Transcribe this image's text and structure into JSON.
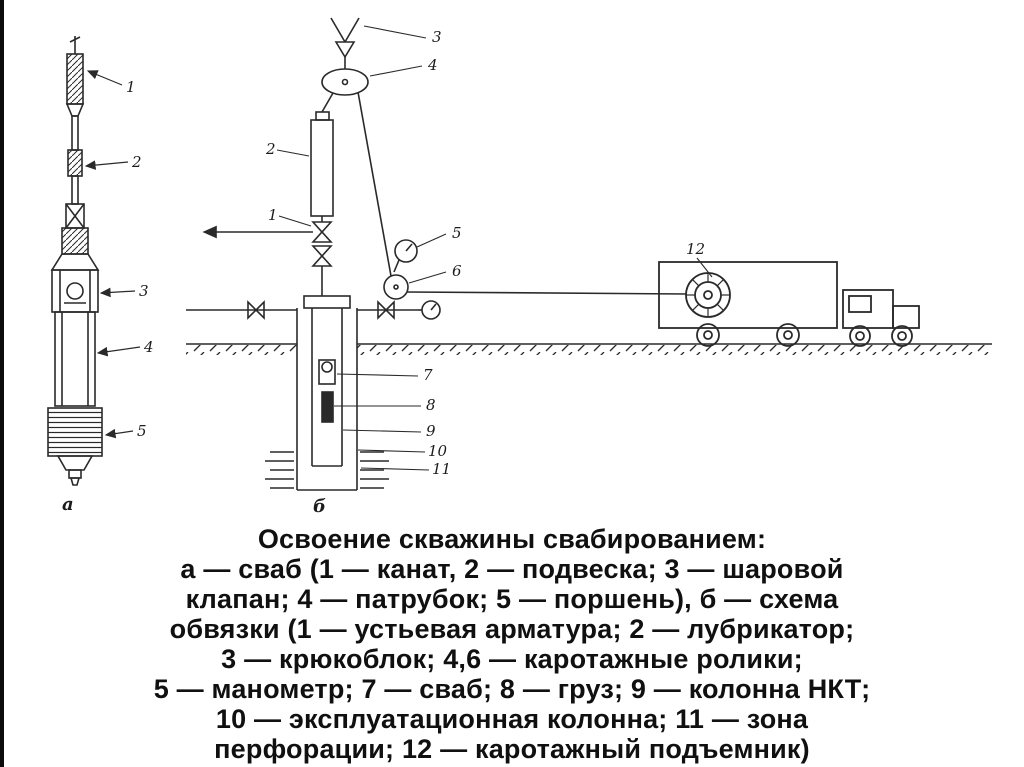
{
  "colors": {
    "ink": "#262626",
    "background": "#ffffff"
  },
  "caption": {
    "title": "Освоение скважины свабированием:",
    "lines": [
      "а — сваб (1 — канат, 2 — подвеска; 3 — шаровой",
      "клапан; 4 — патрубок; 5 — поршень), б — схема",
      "обвязки (1 — устьевая арматура; 2 — лубрикатор;",
      "3 — крюкоблок; 4,6 — каротажные ролики;",
      "5 — манометр; 7 — сваб; 8 — груз; 9 — колонна НКТ;",
      "10 — эксплуатационная колонна; 11 — зона",
      "перфорации; 12 — каротажный подъемник)"
    ]
  },
  "diagram": {
    "figure_a": {
      "sublabel": "а",
      "labels": {
        "n1": "1",
        "n2": "2",
        "n3": "3",
        "n4": "4",
        "n5": "5"
      }
    },
    "figure_b": {
      "sublabel": "б",
      "labels": {
        "n1": "1",
        "n2": "2",
        "n3": "3",
        "n4": "4",
        "n5": "5",
        "n6": "6",
        "n7": "7",
        "n8": "8",
        "n9": "9",
        "n10": "10",
        "n11": "11",
        "n12": "12"
      }
    }
  }
}
